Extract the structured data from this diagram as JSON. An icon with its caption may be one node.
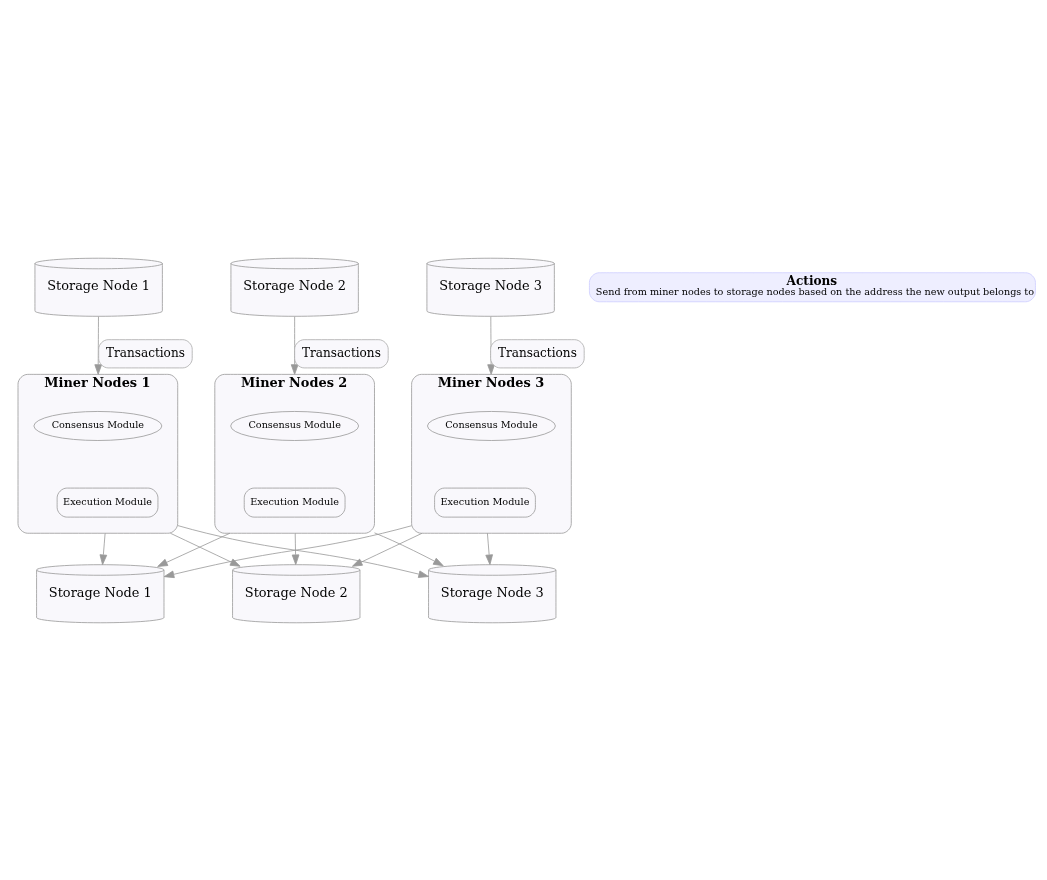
{
  "diagram": {
    "nodes": [
      {
        "text": [
          "Storage Node 1"
        ]
      },
      {
        "text": [
          "Storage Node 2"
        ]
      },
      {
        "text": [
          "Storage Node 3"
        ]
      },
      {
        "text": [
          "Miner Nodes 1"
        ]
      },
      {
        "text": [
          "Consensus Module"
        ],
        "in": 3
      },
      {
        "text": [
          "Execution Module"
        ],
        "in": 3
      },
      {
        "text": [
          "Miner Nodes 2"
        ]
      },
      {
        "text": [
          "Consensus Module"
        ],
        "in": 6
      },
      {
        "text": [
          "Execution Module"
        ],
        "in": 6
      },
      {
        "text": [
          "Miner Nodes 3"
        ]
      },
      {
        "text": [
          "Consensus Module"
        ],
        "in": 9
      },
      {
        "text": [
          "Execution Module"
        ],
        "in": 9
      },
      {
        "text": [
          "Storage Node 1"
        ]
      },
      {
        "text": [
          "Storage Node 2"
        ]
      },
      {
        "text": [
          "Storage Node 3"
        ]
      },
      {
        "text": [
          "Actions",
          "Send from miner nodes to storage nodes based on the address the new output belongs to"
        ]
      }
    ],
    "edges": [
      {
        "from": 0,
        "to": 3,
        "arrow": "to",
        "label": "Transactions"
      },
      {
        "from": 1,
        "to": 6,
        "arrow": "to",
        "label": "Transactions"
      },
      {
        "from": 2,
        "to": 9,
        "arrow": "to",
        "label": "Transactions"
      },
      {
        "from": 3,
        "to": 12,
        "arrow": "to"
      },
      {
        "from": 3,
        "to": 13,
        "arrow": "to"
      },
      {
        "from": 3,
        "to": 14,
        "arrow": "to"
      },
      {
        "from": 6,
        "to": 12,
        "arrow": "to"
      },
      {
        "from": 6,
        "to": 13,
        "arrow": "to"
      },
      {
        "from": 6,
        "to": 14,
        "arrow": "to"
      },
      {
        "from": 9,
        "to": 12,
        "arrow": "to"
      },
      {
        "from": 9,
        "to": 13,
        "arrow": "to"
      },
      {
        "from": 9,
        "to": 14,
        "arrow": "to"
      }
    ]
  }
}
